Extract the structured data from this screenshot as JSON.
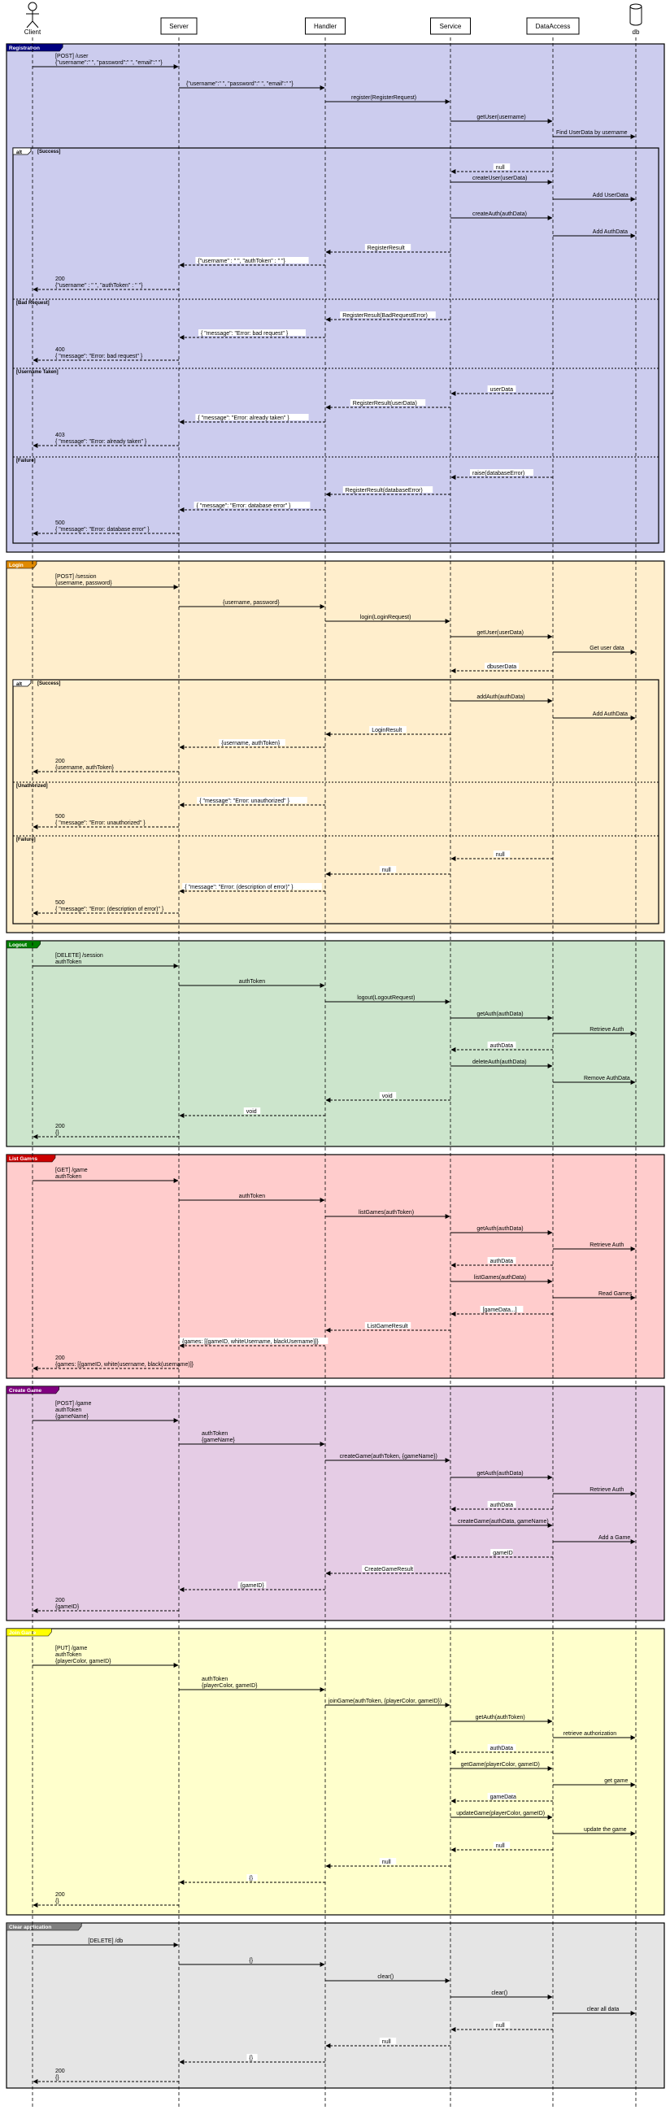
{
  "participants": [
    {
      "id": "client",
      "name": "Client",
      "kind": "actor"
    },
    {
      "id": "server",
      "name": "Server",
      "kind": "box"
    },
    {
      "id": "handler",
      "name": "Handler",
      "kind": "box"
    },
    {
      "id": "service",
      "name": "Service",
      "kind": "box"
    },
    {
      "id": "dataaccess",
      "name": "DataAccess",
      "kind": "box"
    },
    {
      "id": "db",
      "name": "db",
      "kind": "database"
    }
  ],
  "groups": [
    {
      "title": "Registration",
      "color": "#ccccee",
      "tab_color": "#000080",
      "messages": [
        {
          "from": "client",
          "to": "server",
          "text": "[POST] /user\n{\"username\":\" \", \"password\":\" \", \"email\":\" \"}",
          "style": "solid"
        },
        {
          "from": "server",
          "to": "handler",
          "text": "{\"username\":\" \", \"password\":\" \", \"email\":\" \"}",
          "style": "solid"
        },
        {
          "from": "handler",
          "to": "service",
          "text": "register(RegisterRequest)",
          "style": "solid"
        },
        {
          "from": "service",
          "to": "dataaccess",
          "text": "getUser(username)",
          "style": "solid"
        },
        {
          "from": "dataaccess",
          "to": "db",
          "text": "Find UserData by username",
          "style": "solid"
        }
      ],
      "alt": {
        "label": "alt",
        "sections": [
          {
            "condition": "[Success]",
            "messages": [
              {
                "from": "dataaccess",
                "to": "service",
                "text": "null",
                "style": "dashed"
              },
              {
                "from": "service",
                "to": "dataaccess",
                "text": "createUser(userData)",
                "style": "solid"
              },
              {
                "from": "dataaccess",
                "to": "db",
                "text": "Add UserData",
                "style": "solid"
              },
              {
                "from": "service",
                "to": "dataaccess",
                "text": "createAuth(authData)",
                "style": "solid"
              },
              {
                "from": "dataaccess",
                "to": "db",
                "text": "Add AuthData",
                "style": "solid"
              },
              {
                "from": "service",
                "to": "handler",
                "text": "RegisterResult",
                "style": "dashed"
              },
              {
                "from": "handler",
                "to": "server",
                "text": "{\"username\" : \" \", \"authToken\" : \" \"}",
                "style": "dashed"
              },
              {
                "from": "server",
                "to": "client",
                "text": "200\n{\"username\" : \" \", \"authToken\" : \" \"}",
                "style": "dashed"
              }
            ]
          },
          {
            "condition": "[Bad Request]",
            "messages": [
              {
                "from": "service",
                "to": "handler",
                "text": "RegisterResult(BadRequestError)",
                "style": "dashed"
              },
              {
                "from": "handler",
                "to": "server",
                "text": "{ \"message\": \"Error: bad request\" }",
                "style": "dashed"
              },
              {
                "from": "server",
                "to": "client",
                "text": "400\n{ \"message\": \"Error: bad request\" }",
                "style": "dashed"
              }
            ]
          },
          {
            "condition": "[Username Taken]",
            "messages": [
              {
                "from": "dataaccess",
                "to": "service",
                "text": "userData",
                "style": "dashed"
              },
              {
                "from": "service",
                "to": "handler",
                "text": "RegisterResult(userData)",
                "style": "dashed"
              },
              {
                "from": "handler",
                "to": "server",
                "text": "{ \"message\": \"Error: already taken\" }",
                "style": "dashed"
              },
              {
                "from": "server",
                "to": "client",
                "text": "403\n{ \"message\": \"Error: already taken\" }",
                "style": "dashed"
              }
            ]
          },
          {
            "condition": "[Failure]",
            "messages": [
              {
                "from": "dataaccess",
                "to": "service",
                "text": "raise(databaseError)",
                "style": "dashed"
              },
              {
                "from": "service",
                "to": "handler",
                "text": "RegisterResult(databaseError)",
                "style": "dashed"
              },
              {
                "from": "handler",
                "to": "server",
                "text": "{ \"message\": \"Error: database error\" }",
                "style": "dashed"
              },
              {
                "from": "server",
                "to": "client",
                "text": "500\n{ \"message\": \"Error: database error\" }",
                "style": "dashed"
              }
            ]
          }
        ]
      },
      "after": []
    },
    {
      "title": "Login",
      "color": "#ffeecc",
      "tab_color": "#e08a00",
      "messages": [
        {
          "from": "client",
          "to": "server",
          "text": "[POST] /session\n{username, password}",
          "style": "solid"
        },
        {
          "from": "server",
          "to": "handler",
          "text": "{username, password}",
          "style": "solid"
        },
        {
          "from": "handler",
          "to": "service",
          "text": "login(LoginRequest)",
          "style": "solid"
        },
        {
          "from": "service",
          "to": "dataaccess",
          "text": "getUser(userData)",
          "style": "solid"
        },
        {
          "from": "dataaccess",
          "to": "db",
          "text": "Get user data",
          "style": "solid"
        },
        {
          "from": "dataaccess",
          "to": "service",
          "text": "dbuserData",
          "style": "dashed"
        }
      ],
      "alt": {
        "label": "alt",
        "sections": [
          {
            "condition": "[Success]",
            "messages": [
              {
                "from": "service",
                "to": "dataaccess",
                "text": "addAuth(authData)",
                "style": "solid"
              },
              {
                "from": "dataaccess",
                "to": "db",
                "text": "Add AuthData",
                "style": "solid"
              },
              {
                "from": "service",
                "to": "handler",
                "text": "LoginResult",
                "style": "dashed"
              },
              {
                "from": "handler",
                "to": "server",
                "text": "{username, authToken}",
                "style": "dashed"
              },
              {
                "from": "server",
                "to": "client",
                "text": "200\n{username, authToken}",
                "style": "dashed"
              }
            ]
          },
          {
            "condition": "[Unathorized]",
            "messages": [
              {
                "from": "handler",
                "to": "server",
                "text": "{ \"message\": \"Error: unauthorized\" }",
                "style": "dashed"
              },
              {
                "from": "server",
                "to": "client",
                "text": "500\n{ \"message\": \"Error: unauthorized\" }",
                "style": "dashed"
              }
            ]
          },
          {
            "condition": "[Failure]",
            "messages": [
              {
                "from": "dataaccess",
                "to": "service",
                "text": "null",
                "style": "dashed"
              },
              {
                "from": "service",
                "to": "handler",
                "text": "null",
                "style": "dashed"
              },
              {
                "from": "handler",
                "to": "server",
                "text": "{ \"message\": \"Error: (description of error)\" }",
                "style": "dashed"
              },
              {
                "from": "server",
                "to": "client",
                "text": "500\n{ \"message\": \"Error: (description of error)\" }",
                "style": "dashed"
              }
            ]
          }
        ]
      },
      "after": []
    },
    {
      "title": "Logout",
      "color": "#cce5cc",
      "tab_color": "#008000",
      "messages": [
        {
          "from": "client",
          "to": "server",
          "text": "[DELETE] /session\nauthToken",
          "style": "solid"
        },
        {
          "from": "server",
          "to": "handler",
          "text": "authToken",
          "style": "solid"
        },
        {
          "from": "handler",
          "to": "service",
          "text": "logout(LogoutRequest)",
          "style": "solid"
        },
        {
          "from": "service",
          "to": "dataaccess",
          "text": "getAuth(authData)",
          "style": "solid"
        },
        {
          "from": "dataaccess",
          "to": "db",
          "text": "Retrieve Auth",
          "style": "solid"
        },
        {
          "from": "dataaccess",
          "to": "service",
          "text": "authData",
          "style": "dashed"
        },
        {
          "from": "service",
          "to": "dataaccess",
          "text": "deleteAuth(authData)",
          "style": "solid"
        },
        {
          "from": "dataaccess",
          "to": "db",
          "text": "Remove AuthData",
          "style": "solid"
        },
        {
          "from": "service",
          "to": "handler",
          "text": "void",
          "style": "dashed"
        },
        {
          "from": "handler",
          "to": "server",
          "text": "void",
          "style": "dashed"
        },
        {
          "from": "server",
          "to": "client",
          "text": "200\n{}",
          "style": "dashed"
        }
      ],
      "alt": null,
      "after": []
    },
    {
      "title": "List Games",
      "color": "#ffcccc",
      "tab_color": "#cc0000",
      "messages": [
        {
          "from": "client",
          "to": "server",
          "text": "[GET] /game\nauthToken",
          "style": "solid"
        },
        {
          "from": "server",
          "to": "handler",
          "text": "authToken",
          "style": "solid"
        },
        {
          "from": "handler",
          "to": "service",
          "text": "listGames(authToken)",
          "style": "solid"
        },
        {
          "from": "service",
          "to": "dataaccess",
          "text": "getAuth(authData)",
          "style": "solid"
        },
        {
          "from": "dataaccess",
          "to": "db",
          "text": "Retrieve Auth",
          "style": "solid"
        },
        {
          "from": "dataaccess",
          "to": "service",
          "text": "authData",
          "style": "dashed"
        },
        {
          "from": "service",
          "to": "dataaccess",
          "text": "listGames(authData)",
          "style": "solid"
        },
        {
          "from": "dataaccess",
          "to": "db",
          "text": "Read Games",
          "style": "solid"
        },
        {
          "from": "dataaccess",
          "to": "service",
          "text": "[gameData...]",
          "style": "dashed"
        },
        {
          "from": "service",
          "to": "handler",
          "text": "ListGameResult",
          "style": "dashed"
        },
        {
          "from": "handler",
          "to": "server",
          "text": "{games: [{gameID, whiteUsername, blackUsername}]}",
          "style": "dashed"
        },
        {
          "from": "server",
          "to": "client",
          "text": "200\n{games: [{gameID, white(username, black(username)]}",
          "style": "dashed"
        }
      ],
      "alt": null,
      "after": []
    },
    {
      "title": "Create Game",
      "color": "#e5cce5",
      "tab_color": "#800080",
      "messages": [
        {
          "from": "client",
          "to": "server",
          "text": "[POST] /game\nauthToken\n{gameName}",
          "style": "solid"
        },
        {
          "from": "server",
          "to": "handler",
          "text": "authToken\n{gameName}",
          "style": "solid"
        },
        {
          "from": "handler",
          "to": "service",
          "text": "createGame(authToken, {gameName})",
          "style": "solid"
        },
        {
          "from": "service",
          "to": "dataaccess",
          "text": "getAuth(authData)",
          "style": "solid"
        },
        {
          "from": "dataaccess",
          "to": "db",
          "text": "Retrieve Auth",
          "style": "solid"
        },
        {
          "from": "dataaccess",
          "to": "service",
          "text": "authData",
          "style": "dashed"
        },
        {
          "from": "service",
          "to": "dataaccess",
          "text": "createGame(authData, gameName)",
          "style": "solid"
        },
        {
          "from": "dataaccess",
          "to": "db",
          "text": "Add a Game",
          "style": "solid"
        },
        {
          "from": "dataaccess",
          "to": "service",
          "text": "gameID",
          "style": "dashed"
        },
        {
          "from": "service",
          "to": "handler",
          "text": "CreateGameResult",
          "style": "dashed"
        },
        {
          "from": "handler",
          "to": "server",
          "text": "{gameID}",
          "style": "dashed"
        },
        {
          "from": "server",
          "to": "client",
          "text": "200\n{gameID}",
          "style": "dashed"
        }
      ],
      "alt": null,
      "after": []
    },
    {
      "title": "Join Game",
      "color": "#ffffcc",
      "tab_color": "#ffff00",
      "messages": [
        {
          "from": "client",
          "to": "server",
          "text": "[PUT] /game\nauthToken\n{playerColor, gameID}",
          "style": "solid"
        },
        {
          "from": "server",
          "to": "handler",
          "text": "authToken\n{playerColor, gameID}",
          "style": "solid"
        },
        {
          "from": "handler",
          "to": "service",
          "text": "joinGame(authToken, {playerColor, gameID})",
          "style": "solid"
        },
        {
          "from": "service",
          "to": "dataaccess",
          "text": "getAuth(authToken)",
          "style": "solid"
        },
        {
          "from": "dataaccess",
          "to": "db",
          "text": "retrieve authorization",
          "style": "solid"
        },
        {
          "from": "dataaccess",
          "to": "service",
          "text": "authData",
          "style": "dashed"
        },
        {
          "from": "service",
          "to": "dataaccess",
          "text": "getGame(playerColor, gameID)",
          "style": "solid"
        },
        {
          "from": "dataaccess",
          "to": "db",
          "text": "get game",
          "style": "solid"
        },
        {
          "from": "dataaccess",
          "to": "service",
          "text": "gameData",
          "style": "dashed"
        },
        {
          "from": "service",
          "to": "dataaccess",
          "text": "updateGame(playerColor, gameID)",
          "style": "solid"
        },
        {
          "from": "dataaccess",
          "to": "db",
          "text": "update the game",
          "style": "solid"
        },
        {
          "from": "dataaccess",
          "to": "service",
          "text": "null",
          "style": "dashed"
        },
        {
          "from": "service",
          "to": "handler",
          "text": "null",
          "style": "dashed"
        },
        {
          "from": "handler",
          "to": "server",
          "text": "{}",
          "style": "dashed"
        },
        {
          "from": "server",
          "to": "client",
          "text": "200\n{}",
          "style": "dashed"
        }
      ],
      "alt": null,
      "after": []
    },
    {
      "title": "Clear application",
      "color": "#e5e5e5",
      "tab_color": "#808080",
      "messages": [
        {
          "from": "client",
          "to": "server",
          "text": "[DELETE] /db",
          "style": "solid"
        },
        {
          "from": "server",
          "to": "handler",
          "text": "{}",
          "style": "solid"
        },
        {
          "from": "handler",
          "to": "service",
          "text": "clear()",
          "style": "solid"
        },
        {
          "from": "service",
          "to": "dataaccess",
          "text": "clear()",
          "style": "solid"
        },
        {
          "from": "dataaccess",
          "to": "db",
          "text": "clear all data",
          "style": "solid"
        },
        {
          "from": "dataaccess",
          "to": "service",
          "text": "null",
          "style": "dashed"
        },
        {
          "from": "service",
          "to": "handler",
          "text": "null",
          "style": "dashed"
        },
        {
          "from": "handler",
          "to": "server",
          "text": "{}",
          "style": "dashed"
        },
        {
          "from": "server",
          "to": "client",
          "text": "200\n{}",
          "style": "dashed"
        }
      ],
      "alt": null,
      "after": []
    }
  ]
}
